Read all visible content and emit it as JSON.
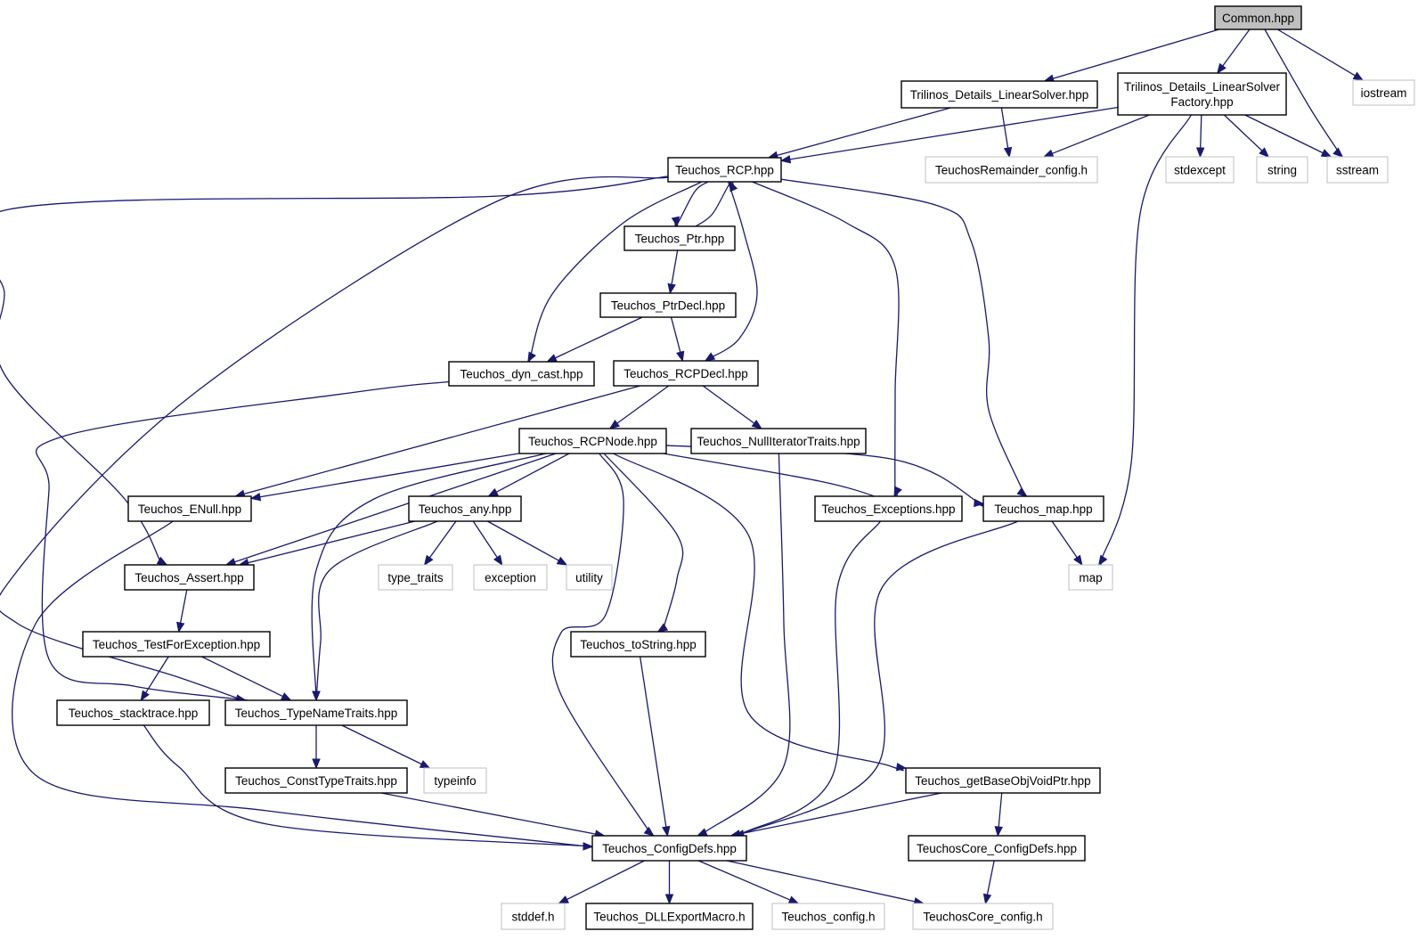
{
  "nodes": [
    {
      "id": "common",
      "label": "Common.hpp",
      "kind": "root"
    },
    {
      "id": "linsolver",
      "label": "Trilinos_Details_LinearSolver.hpp",
      "kind": "main"
    },
    {
      "id": "linsolverfactory",
      "label": "Trilinos_Details_LinearSolver\nFactory.hpp",
      "kind": "main"
    },
    {
      "id": "iostream",
      "label": "iostream",
      "kind": "ext"
    },
    {
      "id": "rcp",
      "label": "Teuchos_RCP.hpp",
      "kind": "main"
    },
    {
      "id": "remainder_config",
      "label": "TeuchosRemainder_config.h",
      "kind": "ext"
    },
    {
      "id": "stdexcept",
      "label": "stdexcept",
      "kind": "ext"
    },
    {
      "id": "string",
      "label": "string",
      "kind": "ext"
    },
    {
      "id": "sstream",
      "label": "sstream",
      "kind": "ext"
    },
    {
      "id": "ptr",
      "label": "Teuchos_Ptr.hpp",
      "kind": "main"
    },
    {
      "id": "ptrdecl",
      "label": "Teuchos_PtrDecl.hpp",
      "kind": "main"
    },
    {
      "id": "dyncast",
      "label": "Teuchos_dyn_cast.hpp",
      "kind": "main"
    },
    {
      "id": "rcpdecl",
      "label": "Teuchos_RCPDecl.hpp",
      "kind": "main"
    },
    {
      "id": "rcpnode",
      "label": "Teuchos_RCPNode.hpp",
      "kind": "main"
    },
    {
      "id": "nulliter",
      "label": "Teuchos_NullIteratorTraits.hpp",
      "kind": "main"
    },
    {
      "id": "enull",
      "label": "Teuchos_ENull.hpp",
      "kind": "main"
    },
    {
      "id": "any",
      "label": "Teuchos_any.hpp",
      "kind": "main"
    },
    {
      "id": "exceptions",
      "label": "Teuchos_Exceptions.hpp",
      "kind": "main"
    },
    {
      "id": "tmap",
      "label": "Teuchos_map.hpp",
      "kind": "main"
    },
    {
      "id": "assert",
      "label": "Teuchos_Assert.hpp",
      "kind": "main"
    },
    {
      "id": "type_traits",
      "label": "type_traits",
      "kind": "ext"
    },
    {
      "id": "exception",
      "label": "exception",
      "kind": "ext"
    },
    {
      "id": "utility",
      "label": "utility",
      "kind": "ext"
    },
    {
      "id": "map",
      "label": "map",
      "kind": "ext"
    },
    {
      "id": "testforexc",
      "label": "Teuchos_TestForException.hpp",
      "kind": "main"
    },
    {
      "id": "tostring",
      "label": "Teuchos_toString.hpp",
      "kind": "main"
    },
    {
      "id": "stacktrace",
      "label": "Teuchos_stacktrace.hpp",
      "kind": "main"
    },
    {
      "id": "typenametraits",
      "label": "Teuchos_TypeNameTraits.hpp",
      "kind": "main"
    },
    {
      "id": "consttypetraits",
      "label": "Teuchos_ConstTypeTraits.hpp",
      "kind": "main"
    },
    {
      "id": "typeinfo",
      "label": "typeinfo",
      "kind": "ext"
    },
    {
      "id": "getbase",
      "label": "Teuchos_getBaseObjVoidPtr.hpp",
      "kind": "main"
    },
    {
      "id": "configdefs",
      "label": "Teuchos_ConfigDefs.hpp",
      "kind": "main"
    },
    {
      "id": "coreconfigdefs",
      "label": "TeuchosCore_ConfigDefs.hpp",
      "kind": "main"
    },
    {
      "id": "stddef",
      "label": "stddef.h",
      "kind": "ext"
    },
    {
      "id": "dllexport",
      "label": "Teuchos_DLLExportMacro.h",
      "kind": "main"
    },
    {
      "id": "teuchos_config",
      "label": "Teuchos_config.h",
      "kind": "ext"
    },
    {
      "id": "core_config",
      "label": "TeuchosCore_config.h",
      "kind": "ext"
    }
  ],
  "edges": [
    {
      "from": "common",
      "to": "linsolver"
    },
    {
      "from": "common",
      "to": "linsolverfactory"
    },
    {
      "from": "common",
      "to": "iostream"
    },
    {
      "from": "common",
      "to": "sstream"
    },
    {
      "from": "linsolver",
      "to": "rcp"
    },
    {
      "from": "linsolver",
      "to": "remainder_config"
    },
    {
      "from": "linsolverfactory",
      "to": "rcp"
    },
    {
      "from": "linsolverfactory",
      "to": "remainder_config"
    },
    {
      "from": "linsolverfactory",
      "to": "stdexcept"
    },
    {
      "from": "linsolverfactory",
      "to": "string"
    },
    {
      "from": "linsolverfactory",
      "to": "sstream"
    },
    {
      "from": "linsolverfactory",
      "to": "map"
    },
    {
      "from": "rcp",
      "to": "ptr"
    },
    {
      "from": "ptr",
      "to": "rcp"
    },
    {
      "from": "rcp",
      "to": "dyncast"
    },
    {
      "from": "rcp",
      "to": "rcpdecl"
    },
    {
      "from": "rcp",
      "to": "assert"
    },
    {
      "from": "rcp",
      "to": "typenametraits"
    },
    {
      "from": "rcp",
      "to": "exceptions"
    },
    {
      "from": "rcp",
      "to": "tmap"
    },
    {
      "from": "ptr",
      "to": "ptrdecl"
    },
    {
      "from": "ptrdecl",
      "to": "dyncast"
    },
    {
      "from": "ptrdecl",
      "to": "rcpdecl"
    },
    {
      "from": "dyncast",
      "to": "typenametraits"
    },
    {
      "from": "rcpdecl",
      "to": "rcpnode"
    },
    {
      "from": "rcpdecl",
      "to": "nulliter"
    },
    {
      "from": "rcpdecl",
      "to": "enull"
    },
    {
      "from": "rcpnode",
      "to": "enull"
    },
    {
      "from": "rcpnode",
      "to": "assert"
    },
    {
      "from": "rcpnode",
      "to": "typenametraits"
    },
    {
      "from": "rcpnode",
      "to": "any"
    },
    {
      "from": "rcpnode",
      "to": "configdefs"
    },
    {
      "from": "rcpnode",
      "to": "tostring"
    },
    {
      "from": "rcpnode",
      "to": "getbase"
    },
    {
      "from": "rcpnode",
      "to": "exceptions"
    },
    {
      "from": "rcpnode",
      "to": "tmap"
    },
    {
      "from": "nulliter",
      "to": "configdefs"
    },
    {
      "from": "enull",
      "to": "configdefs"
    },
    {
      "from": "any",
      "to": "assert"
    },
    {
      "from": "any",
      "to": "typenametraits"
    },
    {
      "from": "any",
      "to": "type_traits"
    },
    {
      "from": "any",
      "to": "exception"
    },
    {
      "from": "any",
      "to": "utility"
    },
    {
      "from": "exceptions",
      "to": "configdefs"
    },
    {
      "from": "tmap",
      "to": "map"
    },
    {
      "from": "tmap",
      "to": "configdefs"
    },
    {
      "from": "assert",
      "to": "testforexc"
    },
    {
      "from": "testforexc",
      "to": "stacktrace"
    },
    {
      "from": "testforexc",
      "to": "typenametraits"
    },
    {
      "from": "tostring",
      "to": "configdefs"
    },
    {
      "from": "stacktrace",
      "to": "configdefs"
    },
    {
      "from": "typenametraits",
      "to": "consttypetraits"
    },
    {
      "from": "typenametraits",
      "to": "typeinfo"
    },
    {
      "from": "consttypetraits",
      "to": "configdefs"
    },
    {
      "from": "getbase",
      "to": "configdefs"
    },
    {
      "from": "getbase",
      "to": "coreconfigdefs"
    },
    {
      "from": "coreconfigdefs",
      "to": "core_config"
    },
    {
      "from": "configdefs",
      "to": "stddef"
    },
    {
      "from": "configdefs",
      "to": "dllexport"
    },
    {
      "from": "configdefs",
      "to": "teuchos_config"
    },
    {
      "from": "configdefs",
      "to": "core_config"
    }
  ]
}
